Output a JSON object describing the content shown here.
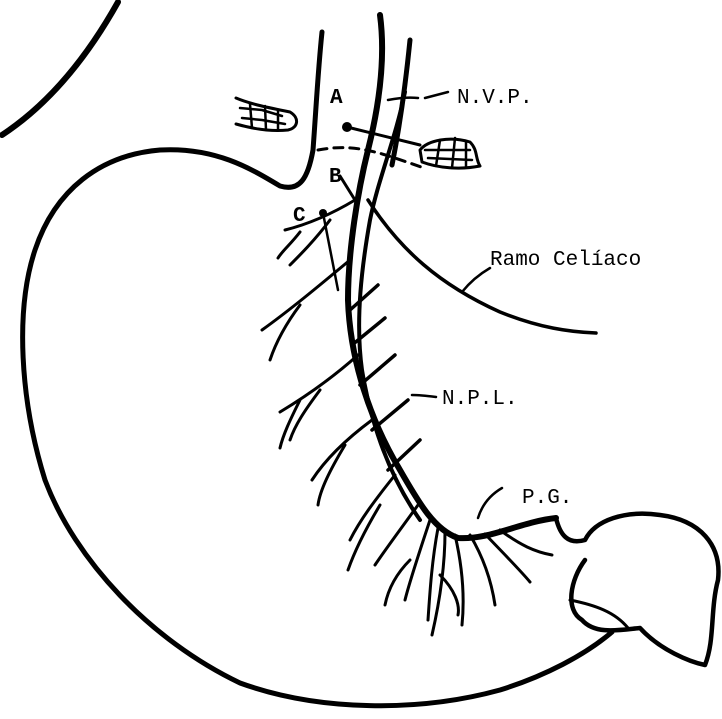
{
  "labels": {
    "a": "A",
    "b": "B",
    "c": "C",
    "nvp": "N.V.P.",
    "ramo_celiaco": "Ramo Celíaco",
    "npl": "N.P.L.",
    "pg": "P.G."
  },
  "colors": {
    "ink": "#000000",
    "background": "#ffffff"
  }
}
